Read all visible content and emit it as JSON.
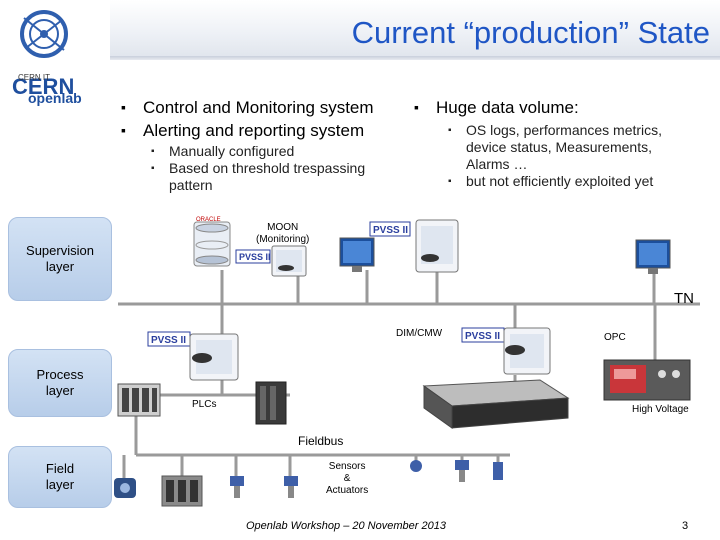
{
  "slide": {
    "title": "Current “production” State",
    "logo_top_text": "CERN",
    "logo_bottom_text": "openlab",
    "logo_small_text": "CERN IT"
  },
  "left_bullets": {
    "items": [
      "Control and Monitoring system",
      "Alerting and reporting system"
    ],
    "sub_items": [
      "Manually configured",
      "Based on threshold trespassing",
      "pattern"
    ]
  },
  "right_bullets": {
    "title": "Huge data volume:",
    "sub_items": [
      "OS logs, performances metrics,",
      "device status, Measurements,",
      "Alarms …",
      "but not efficiently exploited yet"
    ]
  },
  "layers": {
    "supervision": [
      "Supervision",
      "layer"
    ],
    "process": [
      "Process",
      "layer"
    ],
    "field": [
      "Field",
      "layer"
    ]
  },
  "diagram": {
    "moon": [
      "MOON",
      "(Monitoring)"
    ],
    "tn": "TN",
    "dim_cmw": "DIM/CMW",
    "opc": "OPC",
    "plcs": "PLCs",
    "high_voltage": "High Voltage",
    "fieldbus": "Fieldbus",
    "sensors": [
      "Sensors",
      "&",
      "Actuators"
    ],
    "pvss_label": "PVSS II",
    "oracle_label": "ORACLE"
  },
  "footer": {
    "text": "Openlab Workshop – 20 November 2013",
    "page": "3"
  },
  "colors": {
    "title": "#1f56c5",
    "layer_fill": "#c5d7ef",
    "pvss": "#2b3f9e",
    "line": "#999999"
  }
}
